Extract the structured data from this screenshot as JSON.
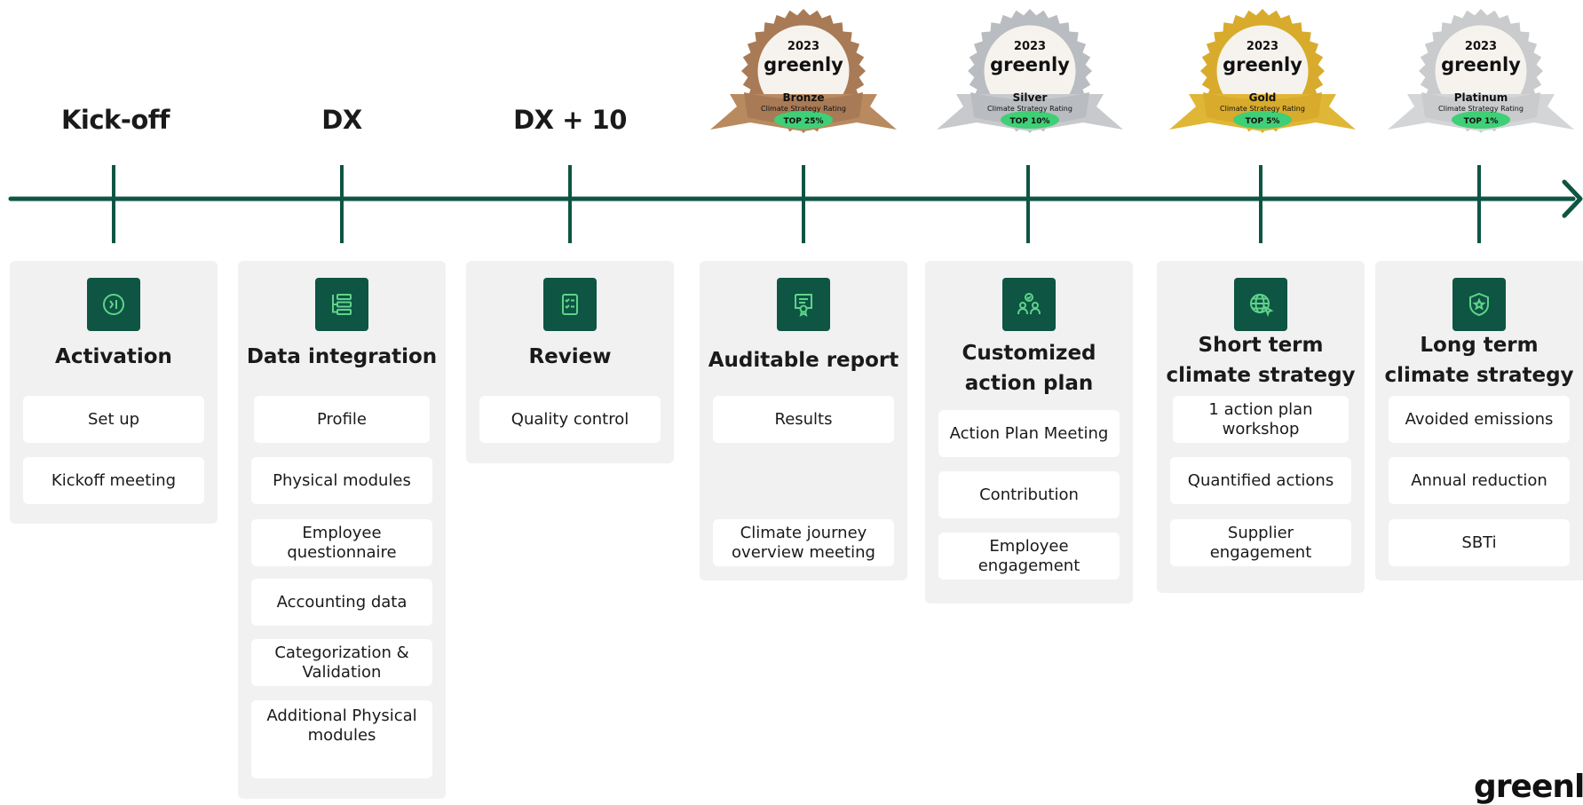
{
  "milestones": [
    "Kick-off",
    "DX",
    "DX + 10"
  ],
  "badges": [
    {
      "year": "2023",
      "brand": "greenly",
      "tier": "Bronze",
      "rating": "Climate Strategy Rating",
      "top": "TOP 25%",
      "color": "#a87a55",
      "ribbon": "#b98a60"
    },
    {
      "year": "2023",
      "brand": "greenly",
      "tier": "Silver",
      "rating": "Climate Strategy Rating",
      "top": "TOP 10%",
      "color": "#b9bcc0",
      "ribbon": "#c7c9cc"
    },
    {
      "year": "2023",
      "brand": "greenly",
      "tier": "Gold",
      "rating": "Climate Strategy Rating",
      "top": "TOP 5%",
      "color": "#d8ab2c",
      "ribbon": "#e0b637"
    },
    {
      "year": "2023",
      "brand": "greenly",
      "tier": "Platinum",
      "rating": "Climate Strategy Rating",
      "top": "TOP 1%",
      "color": "#c9cbcd",
      "ribbon": "#d3d5d7"
    }
  ],
  "stages": [
    {
      "title": "Activation",
      "icon": "activation-icon",
      "items": [
        "Set up",
        "Kickoff meeting"
      ]
    },
    {
      "title": "Data integration",
      "icon": "data-integration-icon",
      "items": [
        "Profile",
        "Physical modules",
        "Employee questionnaire",
        "Accounting data",
        "Categorization & Validation",
        "Additional Physical modules"
      ]
    },
    {
      "title": "Review",
      "icon": "review-checklist-icon",
      "items": [
        "Quality control"
      ]
    },
    {
      "title": "Auditable report",
      "icon": "certificate-icon",
      "items": [
        "Results",
        "Climate journey overview meeting"
      ]
    },
    {
      "title": "Customized action plan",
      "icon": "people-action-icon",
      "items": [
        "Action Plan Meeting",
        "Contribution",
        "Employee engagement"
      ]
    },
    {
      "title": "Short term climate strategy",
      "icon": "globe-icon",
      "items": [
        "1 action plan workshop",
        "Quantified actions",
        "Supplier engagement"
      ]
    },
    {
      "title": "Long term climate strategy",
      "icon": "shield-icon",
      "items": [
        "Avoided emissions",
        "Annual reduction",
        "SBTi"
      ]
    }
  ],
  "footer": {
    "logo": "greenly"
  },
  "colors": {
    "line": "#0e5543",
    "card": "#f1f1f1",
    "icon_bg": "#0e5543",
    "icon_fg": "#5fd38a"
  }
}
